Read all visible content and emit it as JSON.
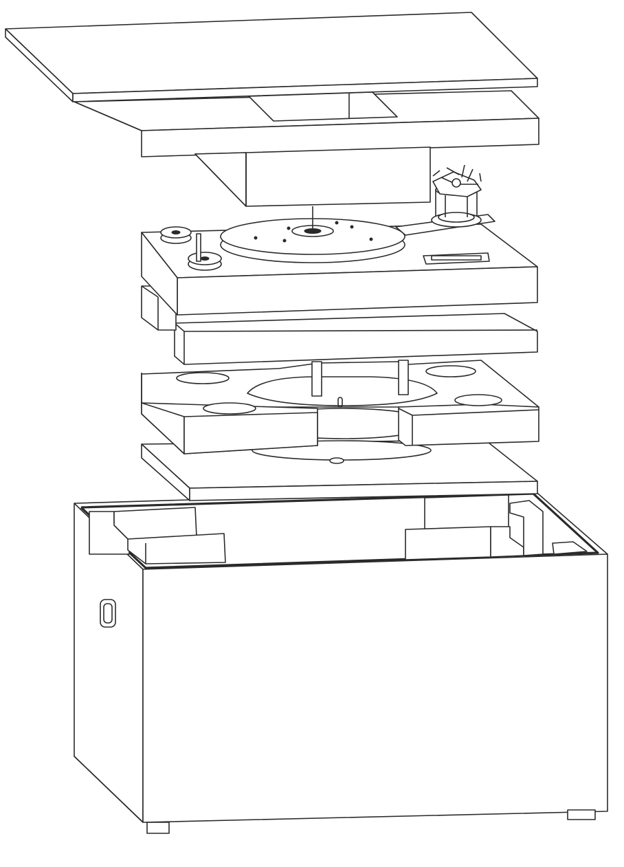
{
  "diagram": {
    "components": [
      {
        "id": "lid",
        "label": ""
      },
      {
        "id": "top-foam-insert",
        "label": ""
      },
      {
        "id": "turntable",
        "label": ""
      },
      {
        "id": "foam-bar-upper",
        "label": ""
      },
      {
        "id": "foam-cutout-block",
        "label": ""
      },
      {
        "id": "bottom-plate",
        "label": ""
      },
      {
        "id": "shipping-crate",
        "label": ""
      }
    ]
  }
}
